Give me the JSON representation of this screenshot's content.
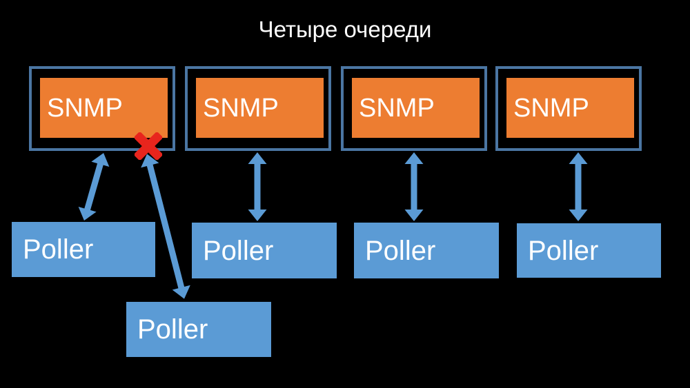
{
  "slide": {
    "title": "Четыре очереди"
  },
  "colors": {
    "background": "#000000",
    "queue_border": "#4B76A3",
    "snmp_fill": "#ED7D31",
    "poller_fill": "#5B9BD5",
    "arrow_fill": "#5B9BD5",
    "error_x": "#E8251D",
    "text": "#FFFFFF"
  },
  "queues": [
    {
      "label": "SNMP"
    },
    {
      "label": "SNMP"
    },
    {
      "label": "SNMP"
    },
    {
      "label": "SNMP"
    }
  ],
  "pollers": [
    {
      "label": "Poller"
    },
    {
      "label": "Poller"
    },
    {
      "label": "Poller"
    },
    {
      "label": "Poller"
    },
    {
      "label": "Poller"
    }
  ]
}
